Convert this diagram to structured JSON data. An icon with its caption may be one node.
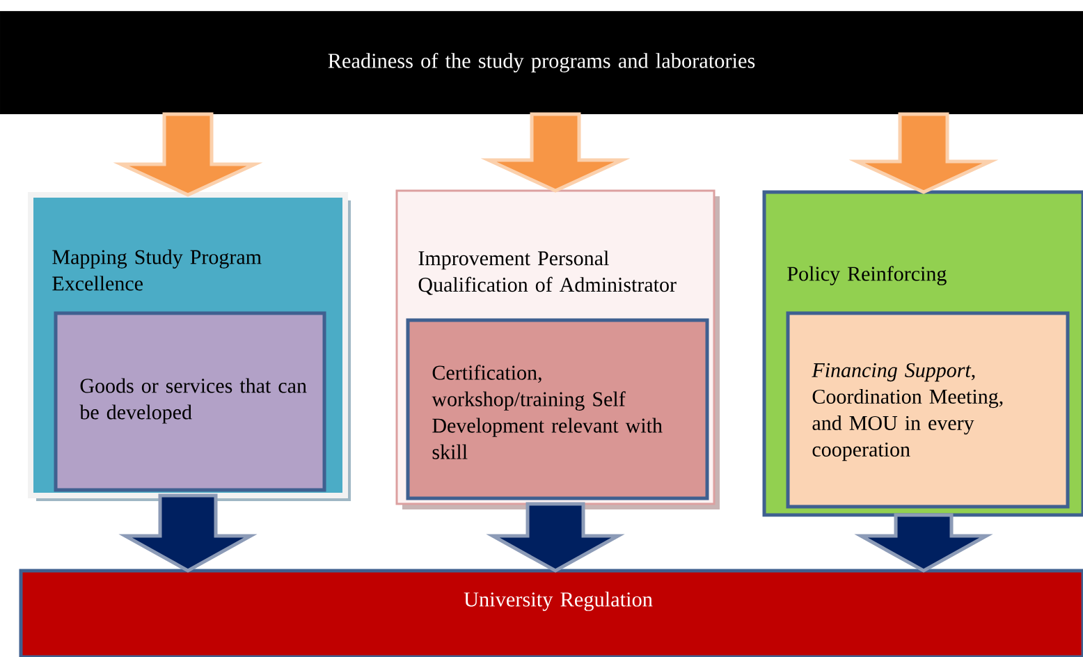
{
  "diagram": {
    "nodes": [
      {
        "text": [
          "Readiness of the study programs and laboratories"
        ]
      },
      {
        "text": [
          "Mapping Study Program Excellence"
        ]
      },
      {
        "text": [
          "Goods or services that can be developed"
        ],
        "in": 1
      },
      {
        "text": [
          "Improvement Personal Qualification of Administrator"
        ]
      },
      {
        "text": [
          "Certification, workshop/training Self Development relevant with skill"
        ],
        "in": 3
      },
      {
        "text": [
          "Policy Reinforcing"
        ]
      },
      {
        "text": [
          "*Financing Support*, Coordination Meeting, and MOU in every cooperation"
        ],
        "in": 5
      },
      {
        "text": [
          "University Regulation"
        ]
      }
    ],
    "edges": [
      {
        "from": 0,
        "to": 1,
        "arrow": "to",
        "color": "#f79646"
      },
      {
        "from": 0,
        "to": 3,
        "arrow": "to",
        "color": "#f79646"
      },
      {
        "from": 0,
        "to": 5,
        "arrow": "to",
        "color": "#f79646"
      },
      {
        "from": 1,
        "to": 7,
        "arrow": "to",
        "color": "#002060"
      },
      {
        "from": 3,
        "to": 7,
        "arrow": "to",
        "color": "#002060"
      },
      {
        "from": 5,
        "to": 7,
        "arrow": "to",
        "color": "#002060"
      }
    ]
  }
}
